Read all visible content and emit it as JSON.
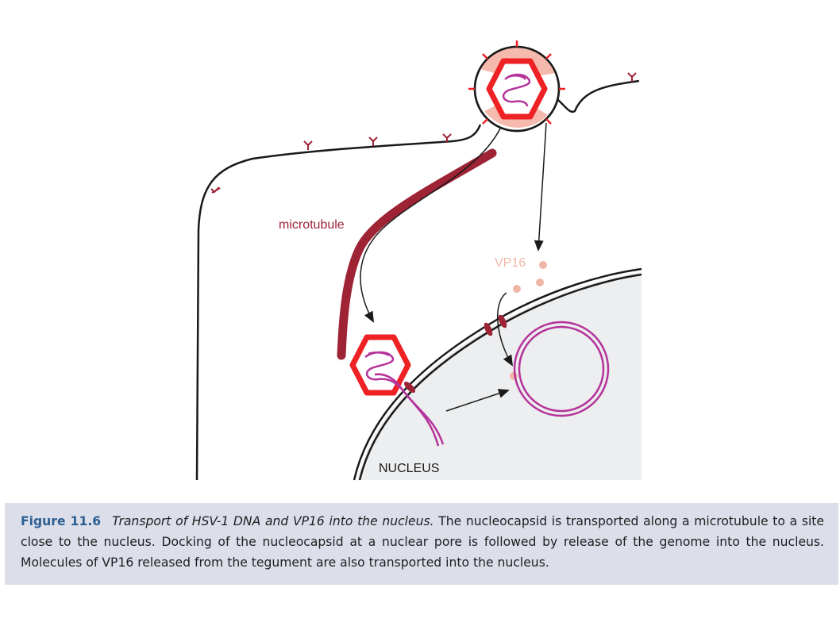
{
  "diagram": {
    "labels": {
      "microtubule": "microtubule",
      "vp16": "VP16",
      "nucleus": "NUCLEUS"
    },
    "colors": {
      "capsid_red": "#ee2125",
      "genome_magenta": "#b5339a",
      "microtubule_dark_red": "#9e2335",
      "vp16_pink": "#f0b6a6",
      "tegument_pink": "#f5b9ad",
      "nucleus_gray": "#eceef0",
      "membrane_black": "#1a1a1a"
    },
    "icons": [
      "virion-envelope",
      "nucleocapsid-hexagon",
      "viral-genome",
      "glycoprotein-spike",
      "nuclear-pore",
      "circular-genome",
      "vp16-molecule",
      "arrow"
    ]
  },
  "caption": {
    "figure_number": "Figure 11.6",
    "title": "Transport of HSV-1 DNA and VP16 into the nucleus.",
    "body": "The nucleocapsid is transported along a microtubule to a site close to the nucleus. Docking of the nucleocapsid at a nuclear pore is followed by release of the genome into the nucleus. Molecules of VP16 released from the tegument are also transported into the nucleus."
  }
}
